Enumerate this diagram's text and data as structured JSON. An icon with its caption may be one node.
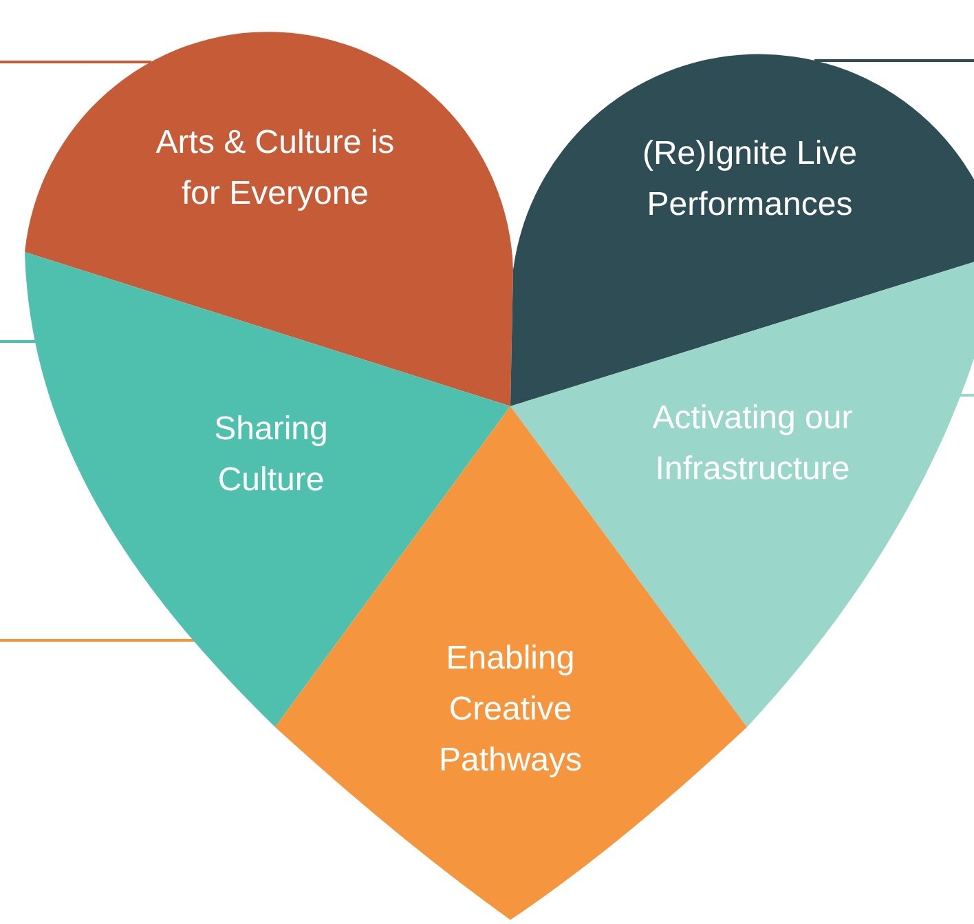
{
  "diagram": {
    "nodes": [
      {
        "text": [
          "Arts & Culture is for Everyone"
        ]
      },
      {
        "text": [
          "(Re)Ignite Live Performances"
        ]
      },
      {
        "text": [
          "Sharing Culture"
        ]
      },
      {
        "text": [
          "Activating our Infrastructure"
        ]
      },
      {
        "text": [
          "Enabling Creative Pathways"
        ]
      }
    ],
    "edges": [
      {
        "from": 0,
        "to": null,
        "arrow": "none",
        "color": "#c65c37"
      },
      {
        "from": 1,
        "to": null,
        "arrow": "none",
        "color": "#2e4d55"
      },
      {
        "from": 2,
        "to": null,
        "arrow": "none",
        "color": "#4fc0ad"
      },
      {
        "from": 3,
        "to": null,
        "arrow": "none",
        "color": "#9bd6ca"
      },
      {
        "from": 2,
        "to": null,
        "arrow": "none",
        "color": "#f5953e"
      }
    ]
  }
}
